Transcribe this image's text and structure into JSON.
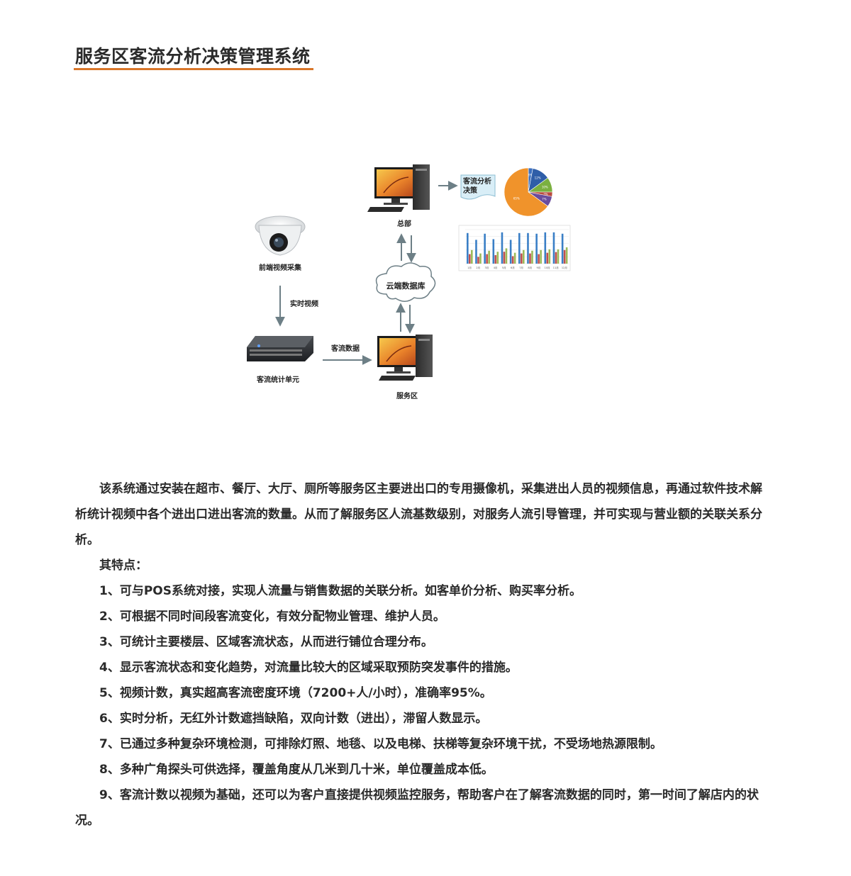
{
  "page": {
    "title": "服务区客流分析决策管理系统"
  },
  "diagram": {
    "camera_label": "前端视频采集",
    "realtime_video_label": "实时视频",
    "stats_unit_label": "客流统计单元",
    "flow_data_label": "客流数据",
    "service_area_label": "服务区",
    "cloud_label": "云端数据库",
    "hq_label": "总部",
    "decision_label_line1": "客流分析",
    "decision_label_line2": "决策",
    "pie": {
      "slices": [
        {
          "label": "3%",
          "value": 3,
          "color": "#3b6fbf"
        },
        {
          "label": "12%",
          "value": 12,
          "color": "#2f5ea8"
        },
        {
          "label": "10%",
          "value": 10,
          "color": "#7bb040"
        },
        {
          "label": "3%",
          "value": 3,
          "color": "#b94a3d"
        },
        {
          "label": "7%",
          "value": 7,
          "color": "#6a4c9c"
        },
        {
          "label": "65%",
          "value": 65,
          "color": "#f0932b"
        }
      ]
    },
    "bar_chart": {
      "categories": [
        "1月",
        "2月",
        "3月",
        "4月",
        "5月",
        "6月",
        "7月",
        "8月",
        "9月",
        "10月",
        "11月",
        "12月"
      ],
      "series": [
        {
          "values": [
            90,
            70,
            88,
            72,
            92,
            70,
            90,
            90,
            88,
            92,
            92,
            88
          ],
          "color": "#3a7fc6"
        },
        {
          "values": [
            28,
            20,
            28,
            25,
            35,
            22,
            30,
            30,
            28,
            32,
            34,
            40
          ],
          "color": "#c0504d"
        },
        {
          "values": [
            40,
            30,
            38,
            35,
            45,
            32,
            40,
            38,
            40,
            42,
            42,
            48
          ],
          "color": "#9bbb59"
        }
      ],
      "ylim": [
        0,
        100
      ]
    }
  },
  "intro": {
    "paragraph": "该系统通过安装在超市、餐厅、大厅、厕所等服务区主要进出口的专用摄像机，采集进出人员的视频信息，再通过软件技术解析统计视频中各个进出口进出客流的数量。从而了解服务区人流基数级别，对服务人流引导管理，并可实现与营业额的关联关系分析。",
    "features_heading": "其特点："
  },
  "features": [
    "1、可与POS系统对接，实现人流量与销售数据的关联分析。如客单价分析、购买率分析。",
    "2、可根据不同时间段客流变化，有效分配物业管理、维护人员。",
    "3、可统计主要楼层、区域客流状态，从而进行铺位合理分布。",
    "4、显示客流状态和变化趋势，对流量比较大的区域采取预防突发事件的措施。",
    "5、视频计数，真实超高客流密度环境（7200+人/小时），准确率95%。",
    "6、实时分析，无红外计数遮挡缺陷，双向计数（进出），滞留人数显示。",
    "7、已通过多种复杂环境检测，可排除灯照、地毯、以及电梯、扶梯等复杂环境干扰，不受场地热源限制。",
    "8、多种广角探头可供选择，覆盖角度从几米到几十米，单位覆盖成本低。",
    "9、客流计数以视频为基础，还可以为客户直接提供视频监控服务，帮助客户在了解客流数据的同时，第一时间了解店内的状况。"
  ]
}
